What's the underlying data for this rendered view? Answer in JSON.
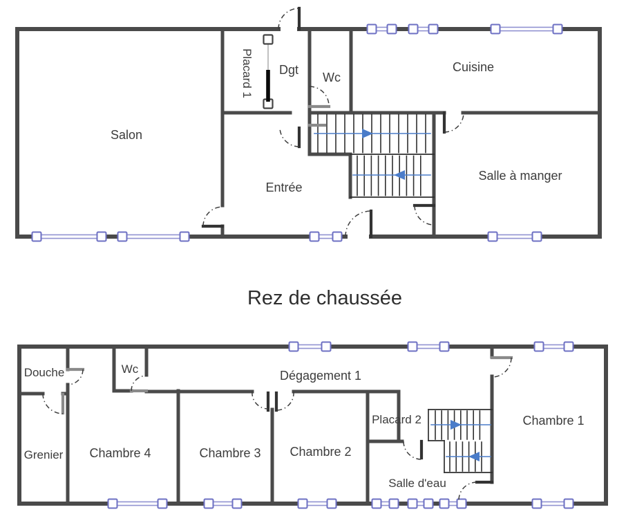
{
  "ground_floor": {
    "title": "Rez de chaussée",
    "rooms": {
      "salon": "Salon",
      "placard": "Placard 1",
      "dgt": "Dgt",
      "wc": "Wc",
      "cuisine": "Cuisine",
      "entree": "Entrée",
      "salle_a_manger": "Salle à manger"
    }
  },
  "upper_floor": {
    "rooms": {
      "douche": "Douche",
      "wc": "Wc",
      "degagement": "Dégagement 1",
      "grenier": "Grenier",
      "chambre4": "Chambre 4",
      "chambre3": "Chambre 3",
      "chambre2": "Chambre 2",
      "placard2": "Placard 2",
      "chambre1": "Chambre 1",
      "salle_deau": "Salle d'eau"
    }
  },
  "colors": {
    "wall": "#4a4a4a",
    "thin_line": "#2e2e2e",
    "window_frame": "#6d70c3",
    "window_glass": "#9193d1",
    "stair_arrow": "#4a7cc9",
    "door_arc": "#3d3d3d",
    "text": "#3c3c3c"
  }
}
